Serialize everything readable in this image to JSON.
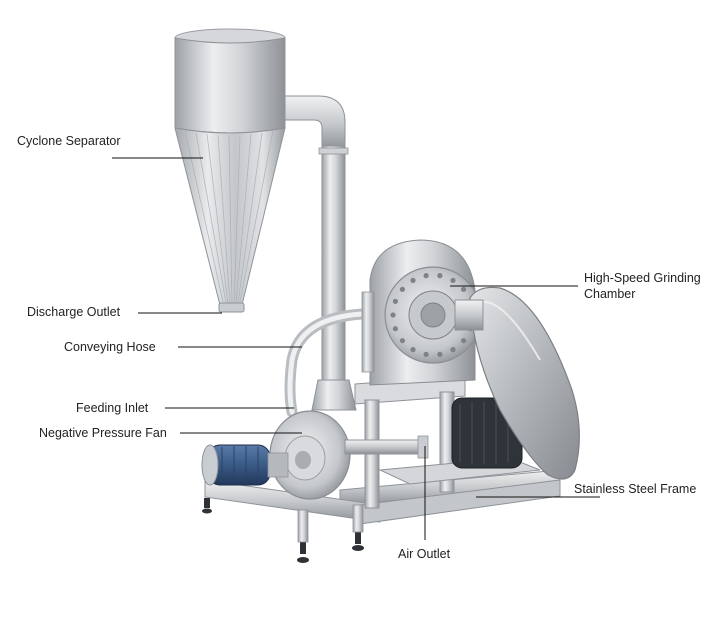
{
  "labels": {
    "cyclone_separator": "Cyclone Separator",
    "discharge_outlet": "Discharge Outlet",
    "conveying_hose": "Conveying Hose",
    "feeding_inlet": "Feeding Inlet",
    "negative_pressure_fan": "Negative Pressure Fan",
    "grinding_chamber_line1": "High-Speed Grinding",
    "grinding_chamber_line2": "Chamber",
    "stainless_steel_frame": "Stainless Steel Frame",
    "air_outlet": "Air Outlet"
  },
  "colors": {
    "steel_light": "#e6e7e9",
    "steel_mid": "#b9bcc0",
    "steel_dark": "#8a8e93",
    "motor_blue": "#3a5a86",
    "motor_dark": "#2b2f36",
    "leader_line": "#111111",
    "label_text": "#222222"
  }
}
